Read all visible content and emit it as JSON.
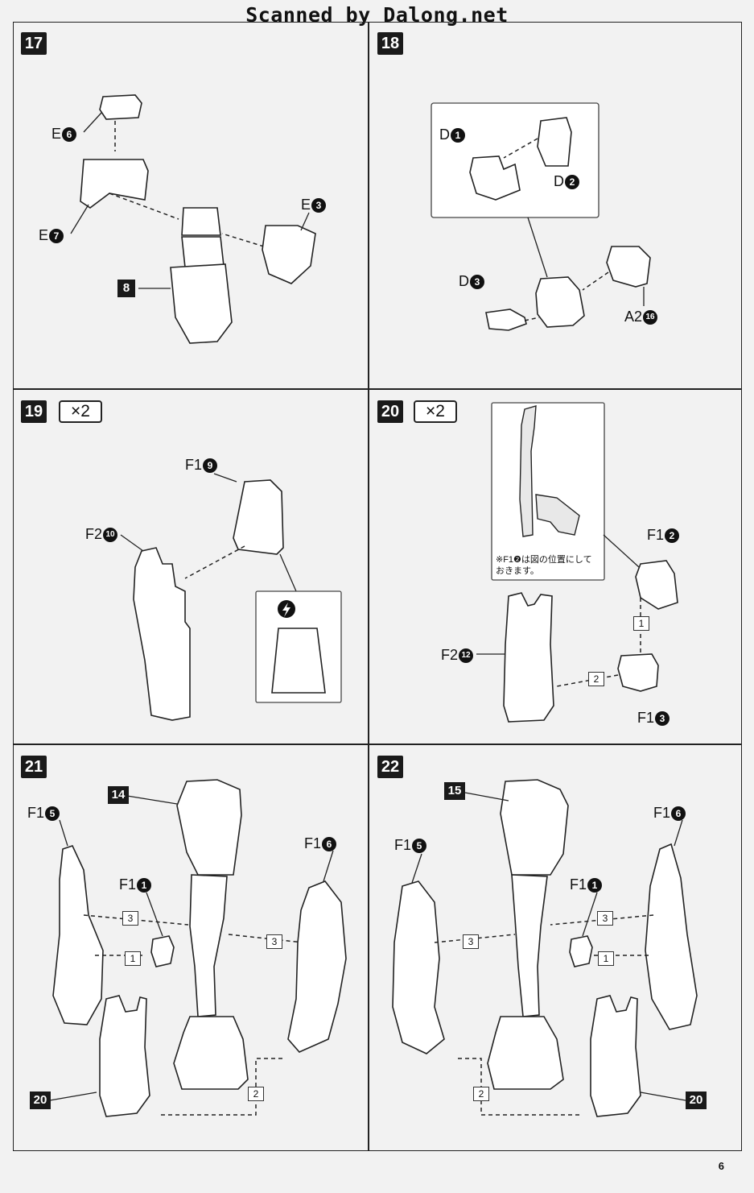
{
  "header": {
    "scan_credit": "Scanned by Dalong.net"
  },
  "steps": {
    "s17": {
      "number": "17",
      "labels": {
        "e6": "E",
        "e6n": "6",
        "e7": "E",
        "e7n": "7",
        "e3": "E",
        "e3n": "3",
        "sub": "8"
      }
    },
    "s18": {
      "number": "18",
      "labels": {
        "d1": "D",
        "d1n": "1",
        "d2": "D",
        "d2n": "2",
        "d3": "D",
        "d3n": "3",
        "a2": "A2",
        "a2n": "16"
      }
    },
    "s19": {
      "number": "19",
      "multiplier": "×2",
      "labels": {
        "f19": "F1",
        "f19n": "9",
        "f210": "F2",
        "f210n": "10"
      }
    },
    "s20": {
      "number": "20",
      "multiplier": "×2",
      "labels": {
        "f12": "F1",
        "f12n": "2",
        "f212": "F2",
        "f212n": "12",
        "f13": "F1",
        "f13n": "3"
      },
      "order": [
        "1",
        "2"
      ],
      "note": "※F1❷は図の位置にしておきます。"
    },
    "s21": {
      "number": "21",
      "labels": {
        "f15": "F1",
        "f15n": "5",
        "f11": "F1",
        "f11n": "1",
        "f16": "F1",
        "f16n": "6",
        "sub14": "14",
        "sub20": "20"
      },
      "order": [
        "1",
        "2",
        "3",
        "3"
      ]
    },
    "s22": {
      "number": "22",
      "labels": {
        "f15": "F1",
        "f15n": "5",
        "f11": "F1",
        "f11n": "1",
        "f16": "F1",
        "f16n": "6",
        "sub15": "15",
        "sub20": "20"
      },
      "order": [
        "1",
        "2",
        "3",
        "3"
      ]
    }
  },
  "page_number": "6",
  "icons": [
    "warning-icon"
  ]
}
